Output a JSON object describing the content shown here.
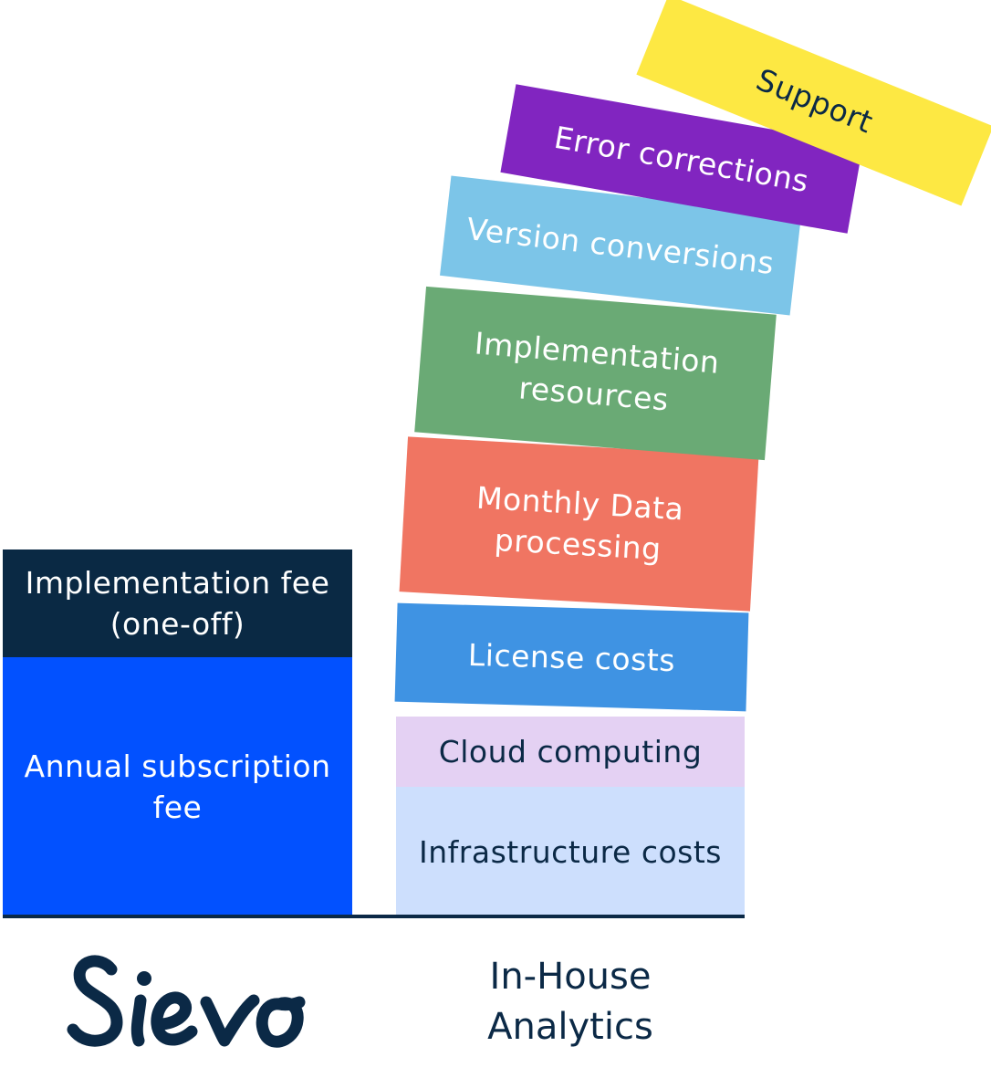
{
  "sievo": {
    "logo_text": "Sievo",
    "blocks": [
      {
        "id": "implementation-fee",
        "label": "Implementation fee\n(one-off)",
        "color": "#0a2944",
        "text_color": "#ffffff"
      },
      {
        "id": "annual-subscription",
        "label": "Annual subscription\nfee",
        "color": "#0251ff",
        "text_color": "#ffffff"
      }
    ]
  },
  "in_house": {
    "label": "In-House\nAnalytics",
    "blocks": [
      {
        "id": "infrastructure-costs",
        "label": "Infrastructure costs",
        "color": "#cddffd",
        "text_color": "#0b2946"
      },
      {
        "id": "cloud-computing",
        "label": "Cloud computing",
        "color": "#e4d1f3",
        "text_color": "#0b2946"
      },
      {
        "id": "license-costs",
        "label": "License costs",
        "color": "#3f93e3",
        "text_color": "#ffffff"
      },
      {
        "id": "monthly-data-processing",
        "label": "Monthly Data\nprocessing",
        "color": "#f07562",
        "text_color": "#ffffff"
      },
      {
        "id": "implementation-resources",
        "label": "Implementation\nresources",
        "color": "#6aaa75",
        "text_color": "#ffffff"
      },
      {
        "id": "version-conversions",
        "label": "Version conversions",
        "color": "#7cc5e8",
        "text_color": "#ffffff"
      },
      {
        "id": "error-corrections",
        "label": "Error corrections",
        "color": "#8125c0",
        "text_color": "#ffffff"
      },
      {
        "id": "support",
        "label": "Support",
        "color": "#fde843",
        "text_color": "#0b2946"
      }
    ]
  }
}
